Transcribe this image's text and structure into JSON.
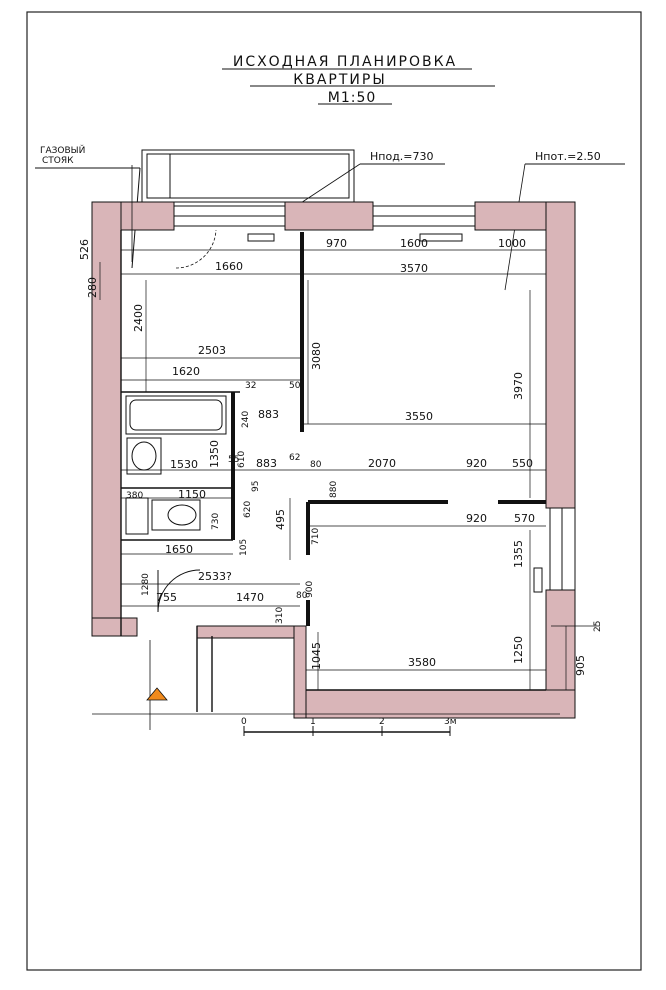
{
  "title": {
    "line1": "ИСХОДНАЯ ПЛАНИРОВКА",
    "line2": "КВАРТИРЫ",
    "scale": "М1:50"
  },
  "notes": {
    "gas_riser_1": "ГАЗОВЫЙ",
    "gas_riser_2": "СТОЯК",
    "h_sill": "Hпод.=730",
    "h_ceiling": "Hпот.=2.50"
  },
  "colors": {
    "wall_fill": "#d9b5b8",
    "line": "#111111",
    "orange_marker": "#f08a1c"
  },
  "scale_bar": {
    "labels": [
      "0",
      "1",
      "2",
      "3м"
    ]
  },
  "dimensions": {
    "d1660": "1660",
    "d970": "970",
    "d1600": "1600",
    "d1000": "1000",
    "d3570": "3570",
    "d526": "526",
    "d280": "280",
    "d2400": "2400",
    "d3080": "3080",
    "d3970": "3970",
    "d2503": "2503",
    "d1620": "1620",
    "d32": "32",
    "d50": "50",
    "d883a": "883",
    "d3550": "3550",
    "d240": "240",
    "d1350": "1350",
    "d1530": "1530",
    "d55": "55",
    "d610": "610",
    "d883b": "883",
    "d62": "62",
    "d80a": "80",
    "d880": "880",
    "d2070": "2070",
    "d920a": "920",
    "d550": "550",
    "d95": "95",
    "d380": "380",
    "d1150": "1150",
    "d620": "620",
    "d495": "495",
    "d920b": "920",
    "d570": "570",
    "d730": "730",
    "d710": "710",
    "d1355": "1355",
    "d1650": "1650",
    "d105": "105",
    "d1280": "1280",
    "d2533": "2533?",
    "d755": "755",
    "d1470": "1470",
    "d80b": "80",
    "d900": "900",
    "d310": "310",
    "d25": "25",
    "d1045": "1045",
    "d3580": "3580",
    "d1250": "1250",
    "d905": "905"
  }
}
